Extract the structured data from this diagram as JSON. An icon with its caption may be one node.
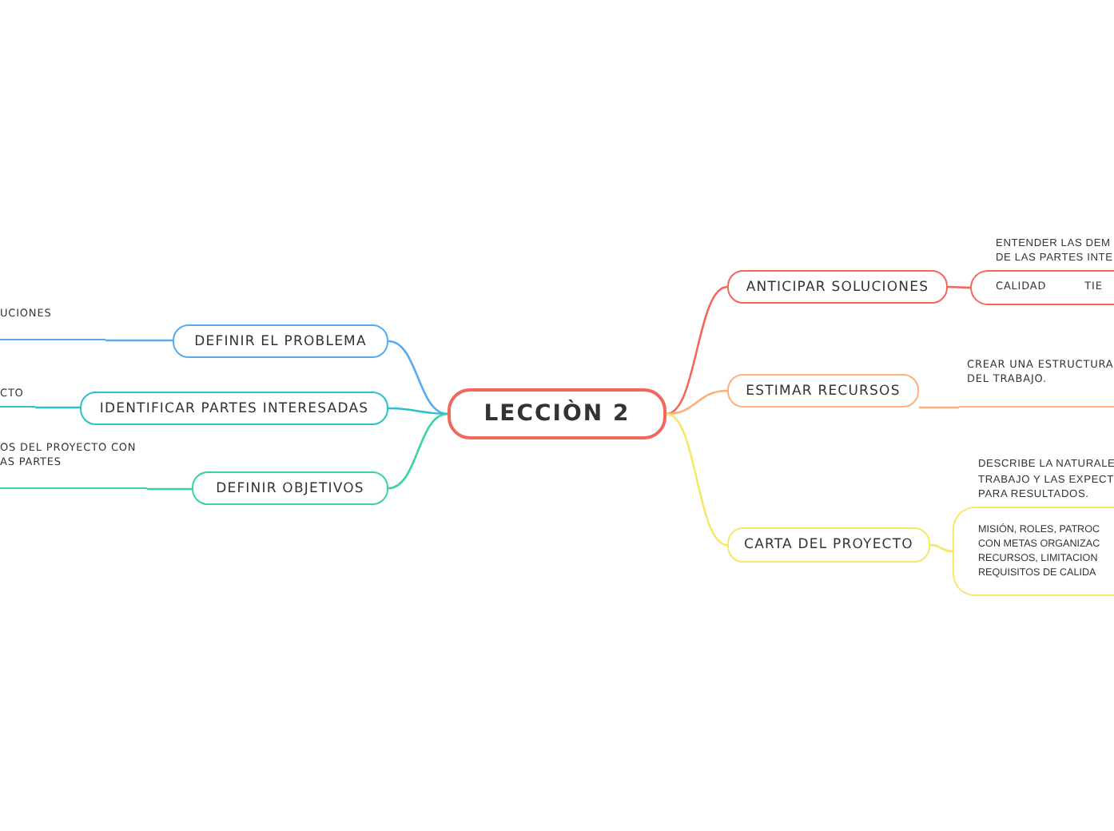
{
  "diagram": {
    "nodes": [
      {
        "text": [
          "LECCIÒN 2"
        ]
      },
      {
        "text": [
          "DEFINIR EL PROBLEMA"
        ]
      },
      {
        "text": [
          "UCIONES"
        ]
      },
      {
        "text": [
          "IDENTIFICAR PARTES INTERESADAS"
        ]
      },
      {
        "text": [
          "CTO"
        ]
      },
      {
        "text": [
          "DEFINIR OBJETIVOS"
        ]
      },
      {
        "text": [
          "OS DEL PROYECTO CON AS PARTES"
        ]
      },
      {
        "text": [
          "ANTICIPAR SOLUCIONES"
        ]
      },
      {
        "text": [
          "ENTENDER LAS DEM DE LAS PARTES INTE",
          "CALIDAD",
          "TIE"
        ]
      },
      {
        "text": [
          "ESTIMAR RECURSOS"
        ]
      },
      {
        "text": [
          "CREAR UNA ESTRUCTURA DEL TRABAJO."
        ]
      },
      {
        "text": [
          "CARTA DEL PROYECTO"
        ]
      },
      {
        "text": [
          "DESCRIBE LA NATURALE TRABAJO Y LAS EXPECT PARA RESULTADOS.",
          "MISIÓN, ROLES, PATROC CON METAS ORGANIZAC RECURSOS, LIMITACION REQUISITOS DE CALIDA"
        ]
      }
    ],
    "edges": [
      {
        "from": 0,
        "to": 1,
        "arrow": "none",
        "color": "#5aaaf0"
      },
      {
        "from": 0,
        "to": 3,
        "arrow": "none",
        "color": "#2cc0c8"
      },
      {
        "from": 0,
        "to": 5,
        "arrow": "none",
        "color": "#3ad2a6"
      },
      {
        "from": 0,
        "to": 7,
        "arrow": "none",
        "color": "#f2675b"
      },
      {
        "from": 0,
        "to": 9,
        "arrow": "none",
        "color": "#ffb07a"
      },
      {
        "from": 0,
        "to": 11,
        "arrow": "none",
        "color": "#f6e66a"
      },
      {
        "from": 1,
        "to": 2,
        "arrow": "none",
        "color": "#5aaaf0"
      },
      {
        "from": 3,
        "to": 4,
        "arrow": "none",
        "color": "#2cc0c8"
      },
      {
        "from": 5,
        "to": 6,
        "arrow": "none",
        "color": "#3ad2a6"
      },
      {
        "from": 7,
        "to": 8,
        "arrow": "none",
        "color": "#f2675b"
      },
      {
        "from": 9,
        "to": 10,
        "arrow": "none",
        "color": "#ffb07a"
      },
      {
        "from": 11,
        "to": 12,
        "arrow": "none",
        "color": "#f6e66a"
      }
    ]
  }
}
